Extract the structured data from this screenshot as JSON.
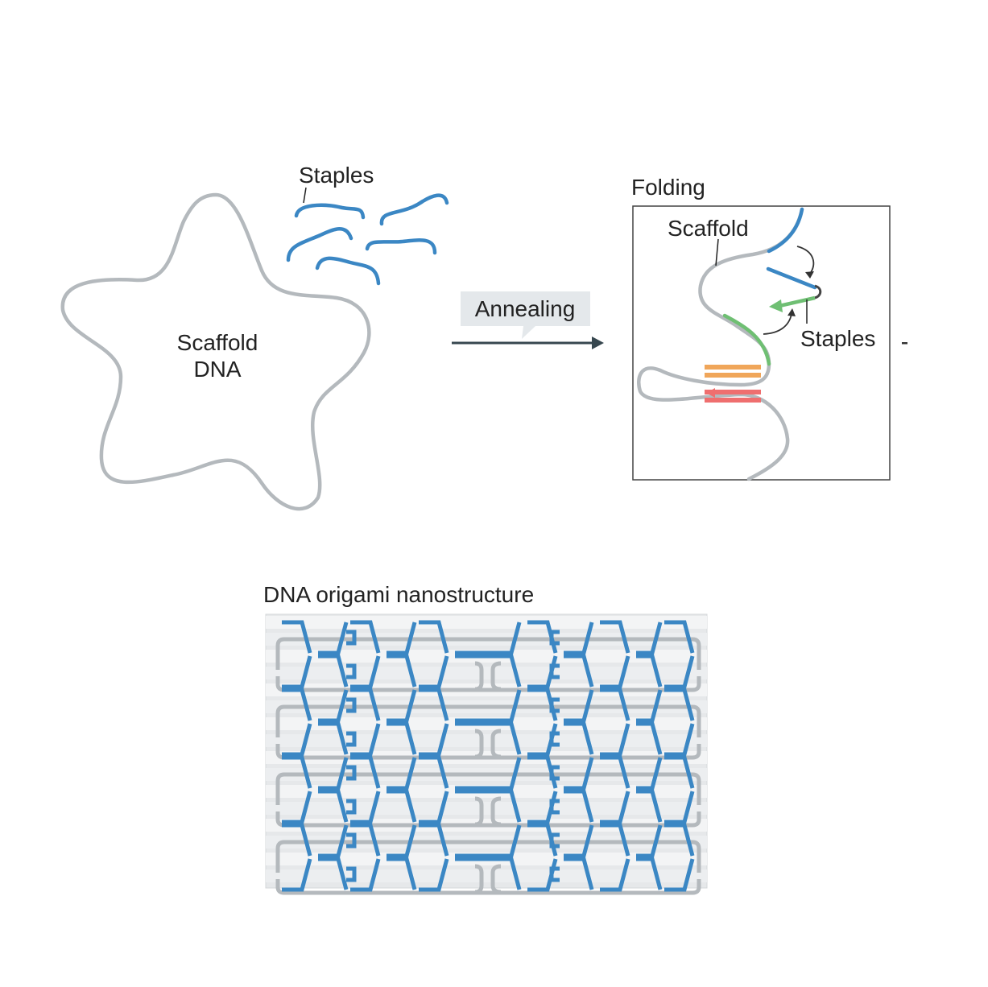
{
  "labels": {
    "staples_top": "Staples",
    "scaffold_dna_line1": "Scaffold",
    "scaffold_dna_line2": "DNA",
    "annealing": "Annealing",
    "folding": "Folding",
    "folding_scaffold": "Scaffold",
    "folding_staples": "Staples",
    "origami_title": "DNA origami nanostructure"
  },
  "colors": {
    "scaffold": "#b4b9bd",
    "staple_blue": "#3b87c4",
    "staple_green": "#6fbf73",
    "staple_orange": "#f0a65a",
    "staple_red": "#ef6f6f",
    "arrow": "#37474f",
    "callout_bg": "#e4e8eb",
    "origami_bg": "#e6e8ea"
  }
}
